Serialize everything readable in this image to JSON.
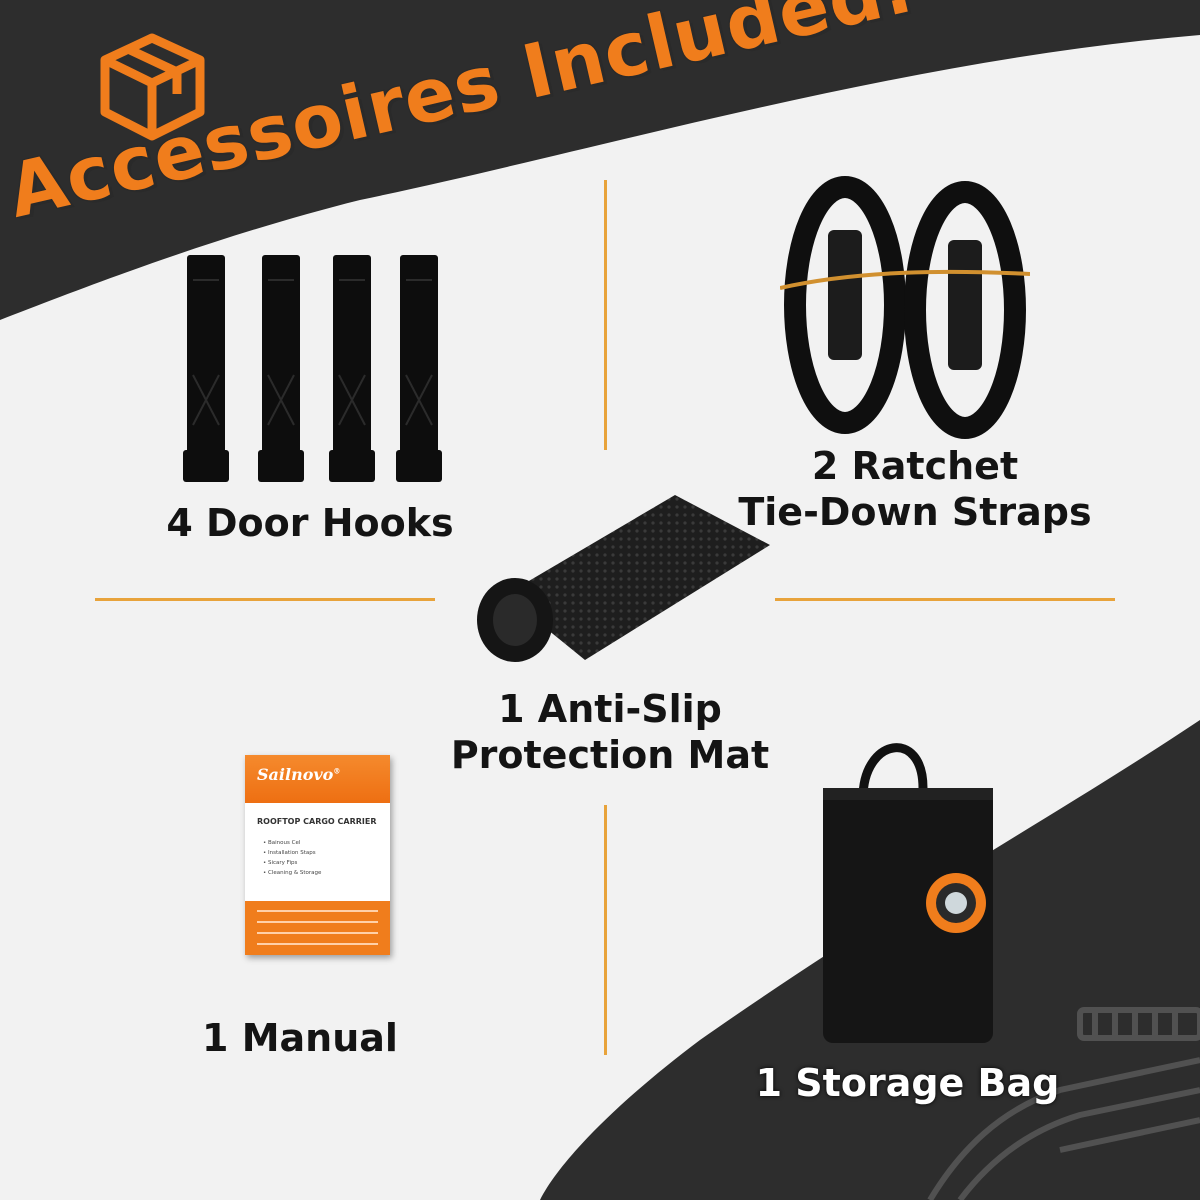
{
  "title": "Accessoires Included:",
  "icons": {
    "header": "box-icon",
    "background": "car-roof-rack-icon"
  },
  "colors": {
    "accent": "#f07d1c",
    "dark": "#2d2d2d",
    "light": "#f2f2f2",
    "divider": "#e8a33b"
  },
  "items": [
    {
      "id": "door-hooks",
      "lines": [
        "4 Door Hooks"
      ]
    },
    {
      "id": "straps",
      "lines": [
        "2 Ratchet",
        "Tie-Down Straps"
      ]
    },
    {
      "id": "mat",
      "lines": [
        "1 Anti-Slip",
        "Protection Mat"
      ]
    },
    {
      "id": "manual",
      "lines": [
        "1 Manual"
      ]
    },
    {
      "id": "bag",
      "lines": [
        "1 Storage Bag"
      ]
    }
  ],
  "manual_card": {
    "brand": "Sailnovo",
    "registered": "®",
    "title": "ROOFTOP CARGO CARRIER",
    "list": [
      "Bainous Cel",
      "Installation Staps",
      "Sicary Fips",
      "Cleaning & Storage"
    ]
  }
}
